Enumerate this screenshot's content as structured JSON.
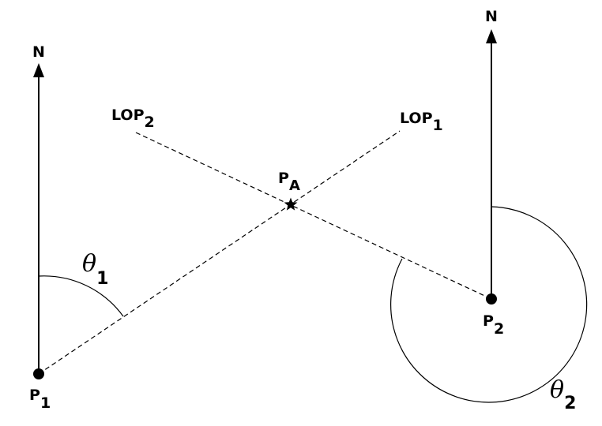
{
  "labels": {
    "north_left": "N",
    "north_right": "N",
    "lop2": {
      "base": "LOP",
      "sub": "2"
    },
    "lop1": {
      "base": "LOP",
      "sub": "1"
    },
    "pa": {
      "base": "P",
      "sub": "A"
    },
    "p1": {
      "base": "P",
      "sub": "1"
    },
    "p2": {
      "base": "P",
      "sub": "2"
    },
    "theta1": {
      "base": "θ",
      "sub": "1"
    },
    "theta2": {
      "base": "θ",
      "sub": "2"
    }
  },
  "colors": {
    "stroke": "#000000",
    "background": "#ffffff"
  }
}
